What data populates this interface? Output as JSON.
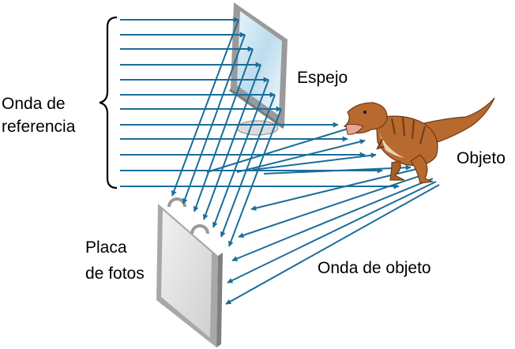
{
  "labels": {
    "reference_wave": [
      "Onda de",
      "referencia"
    ],
    "mirror": "Espejo",
    "object": "Objeto",
    "photo_plate": [
      "Placa",
      "de fotos"
    ],
    "object_wave": "Onda de objeto"
  },
  "colors": {
    "ray": "#1b6d9a",
    "label": "#000000",
    "mirror_frame": "#9a9a9a",
    "mirror_glass": "#cfe6f3",
    "plate_frame": "#a8a8a8",
    "plate_face": "#e6e6e6",
    "dino_body": "#b8692e",
    "dino_dark": "#6e3a18"
  },
  "icons": {
    "reference_brace": "curly-brace-icon",
    "mirror": "mirror-icon",
    "plate": "photo-plate-icon",
    "object": "dinosaur-icon"
  }
}
